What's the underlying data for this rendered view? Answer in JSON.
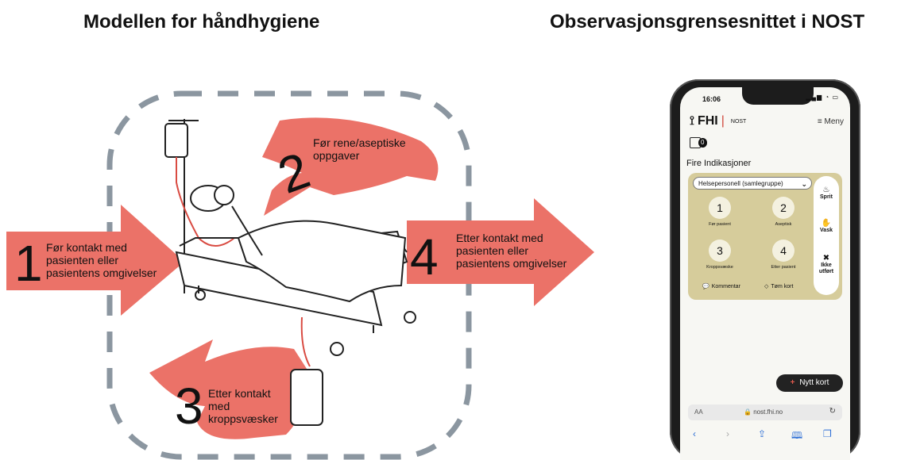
{
  "titles": {
    "left": "Modellen for håndhygiene",
    "right": "Observasjonsgrensesnittet i NOST"
  },
  "colors": {
    "arrow": "#eb7268",
    "dash": "#8b96a0"
  },
  "moments": [
    {
      "number": "1",
      "lines": [
        "Før kontakt med",
        "pasienten eller",
        "pasientens omgivelser"
      ]
    },
    {
      "number": "2",
      "lines": [
        "Før rene/aseptiske",
        "oppgaver"
      ]
    },
    {
      "number": "3",
      "lines": [
        "Etter kontakt",
        "med",
        "kroppsvæsker"
      ]
    },
    {
      "number": "4",
      "lines": [
        "Etter kontakt med",
        "pasienten eller",
        "pasientens omgivelser"
      ]
    }
  ],
  "phone": {
    "time": "16:06",
    "logo": "FHI",
    "logo_sub": "NOST",
    "menu": "≡ Meny",
    "counter": "0",
    "heading": "Fire Indikasjoner",
    "select_value": "Helsepersonell (samlegruppe)",
    "indications": [
      {
        "number": "1",
        "label": "Før pasient"
      },
      {
        "number": "2",
        "label": "Aseptisk"
      },
      {
        "number": "3",
        "label": "Kroppsvæske"
      },
      {
        "number": "4",
        "label": "Etter pasient"
      }
    ],
    "actions": [
      "Sprit",
      "Vask",
      "Ikke utført"
    ],
    "comment": "Kommentar",
    "clear": "Tøm kort",
    "new_card": "Nytt kort",
    "url_aa": "AA",
    "url": "nost.fhi.no",
    "icons": {
      "sprit": "sanitizer-icon",
      "vask": "hand-wash-icon",
      "ikke": "x-circle-icon",
      "comment": "speech-bubble-icon",
      "clear": "eraser-icon",
      "back": "chevron-left-icon",
      "forward": "chevron-right-icon",
      "share": "share-icon",
      "book": "book-icon",
      "tabs": "tabs-icon"
    }
  }
}
